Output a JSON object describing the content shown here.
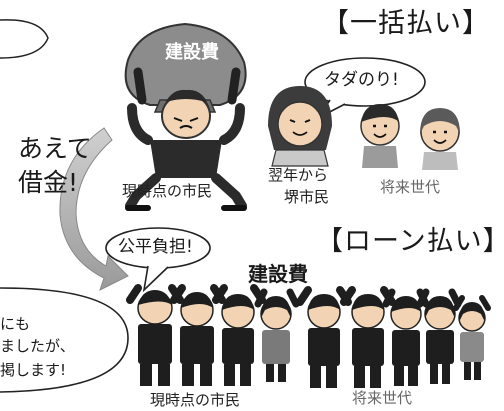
{
  "top_heading": "【一括払い】",
  "bottom_heading": "【ローン払い】",
  "money_bag_label": "建設費",
  "free_ride_bubble": "タダのり!",
  "left_text_line1": "あえて",
  "left_text_line2": "借金!",
  "current_citizens_label_top": "現時点の市民",
  "next_year_label_line1": "翌年から",
  "next_year_label_line2": "堺市民",
  "future_gen_label_top": "将来世代",
  "fair_burden_bubble": "公平負担!",
  "construction_cost_bottom": "建設費",
  "left_bubble_lines": [
    "にも",
    "ましたが、",
    "掲します!"
  ],
  "current_citizens_label_bottom": "現時点の市民",
  "future_gen_label_bottom": "将来世代"
}
